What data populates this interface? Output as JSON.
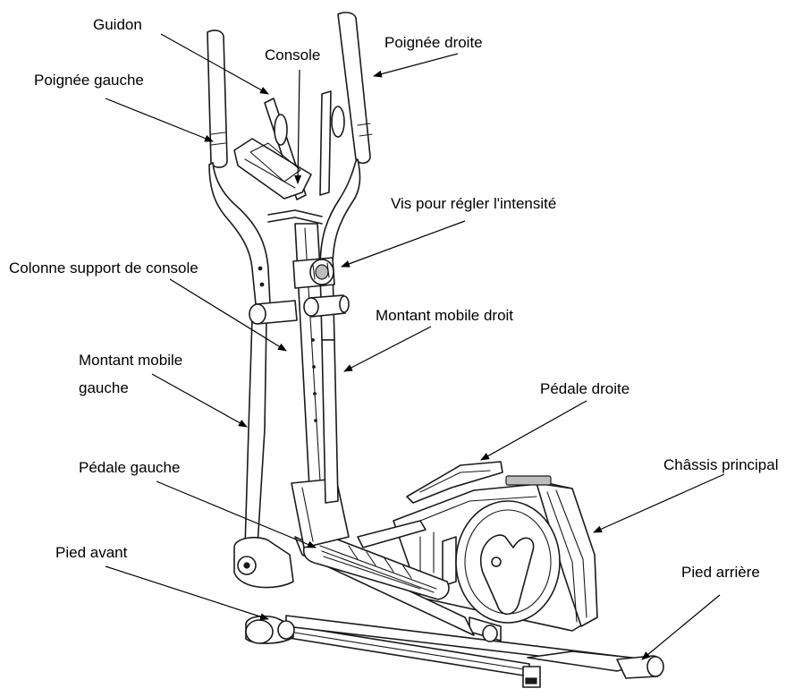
{
  "labels": {
    "guidon": "Guidon",
    "console": "Console",
    "poignee_droite": "Poignée droite",
    "poignee_gauche": "Poignée gauche",
    "vis_intensite": "Vis pour régler l'intensité",
    "colonne_support": "Colonne support de console",
    "montant_droit": "Montant mobile droit",
    "montant_gauche_1": "Montant mobile",
    "montant_gauche_2": "gauche",
    "pedale_droite": "Pédale droite",
    "chassis": "Châssis principal",
    "pedale_gauche": "Pédale gauche",
    "pied_avant": "Pied avant",
    "pied_arriere": "Pied arrière"
  }
}
